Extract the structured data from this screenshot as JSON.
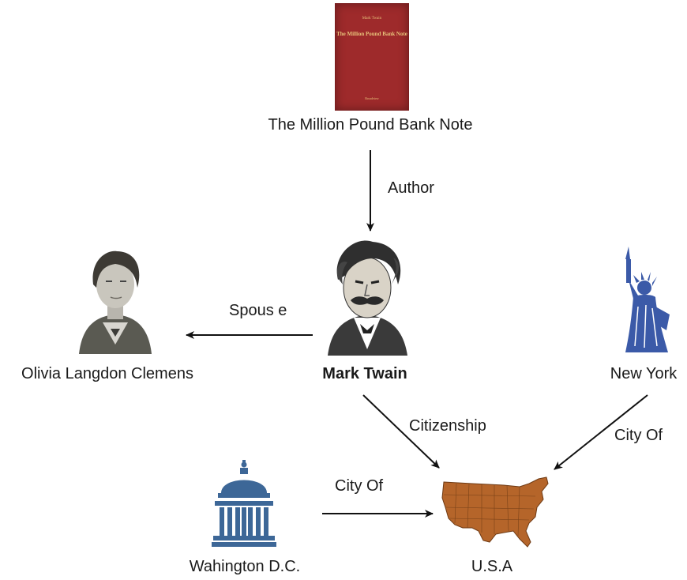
{
  "nodes": {
    "book": {
      "label": "The Million Pound Bank Note",
      "icon": "book-cover-icon",
      "cover_title": "The Million Pound Bank Note",
      "cover_author": "Mark Twain",
      "cover_publisher": "Broadview",
      "color": "#9e2a2b"
    },
    "twain": {
      "label": "Mark Twain",
      "icon": "mark-twain-portrait"
    },
    "olivia": {
      "label": "Olivia Langdon Clemens",
      "icon": "olivia-portrait"
    },
    "newyork": {
      "label": "New York",
      "icon": "statue-of-liberty-icon",
      "color": "#3b5aa8"
    },
    "dc": {
      "label": "Wahington D.C.",
      "icon": "capitol-building-icon",
      "color": "#3d6797"
    },
    "usa": {
      "label": "U.S.A",
      "icon": "usa-map-icon",
      "color": "#b5652a"
    }
  },
  "edges": {
    "author": "Author",
    "spouse": "Spous e",
    "citizenship": "Citizenship",
    "cityof_ny": "City Of",
    "cityof_dc": "City Of"
  }
}
